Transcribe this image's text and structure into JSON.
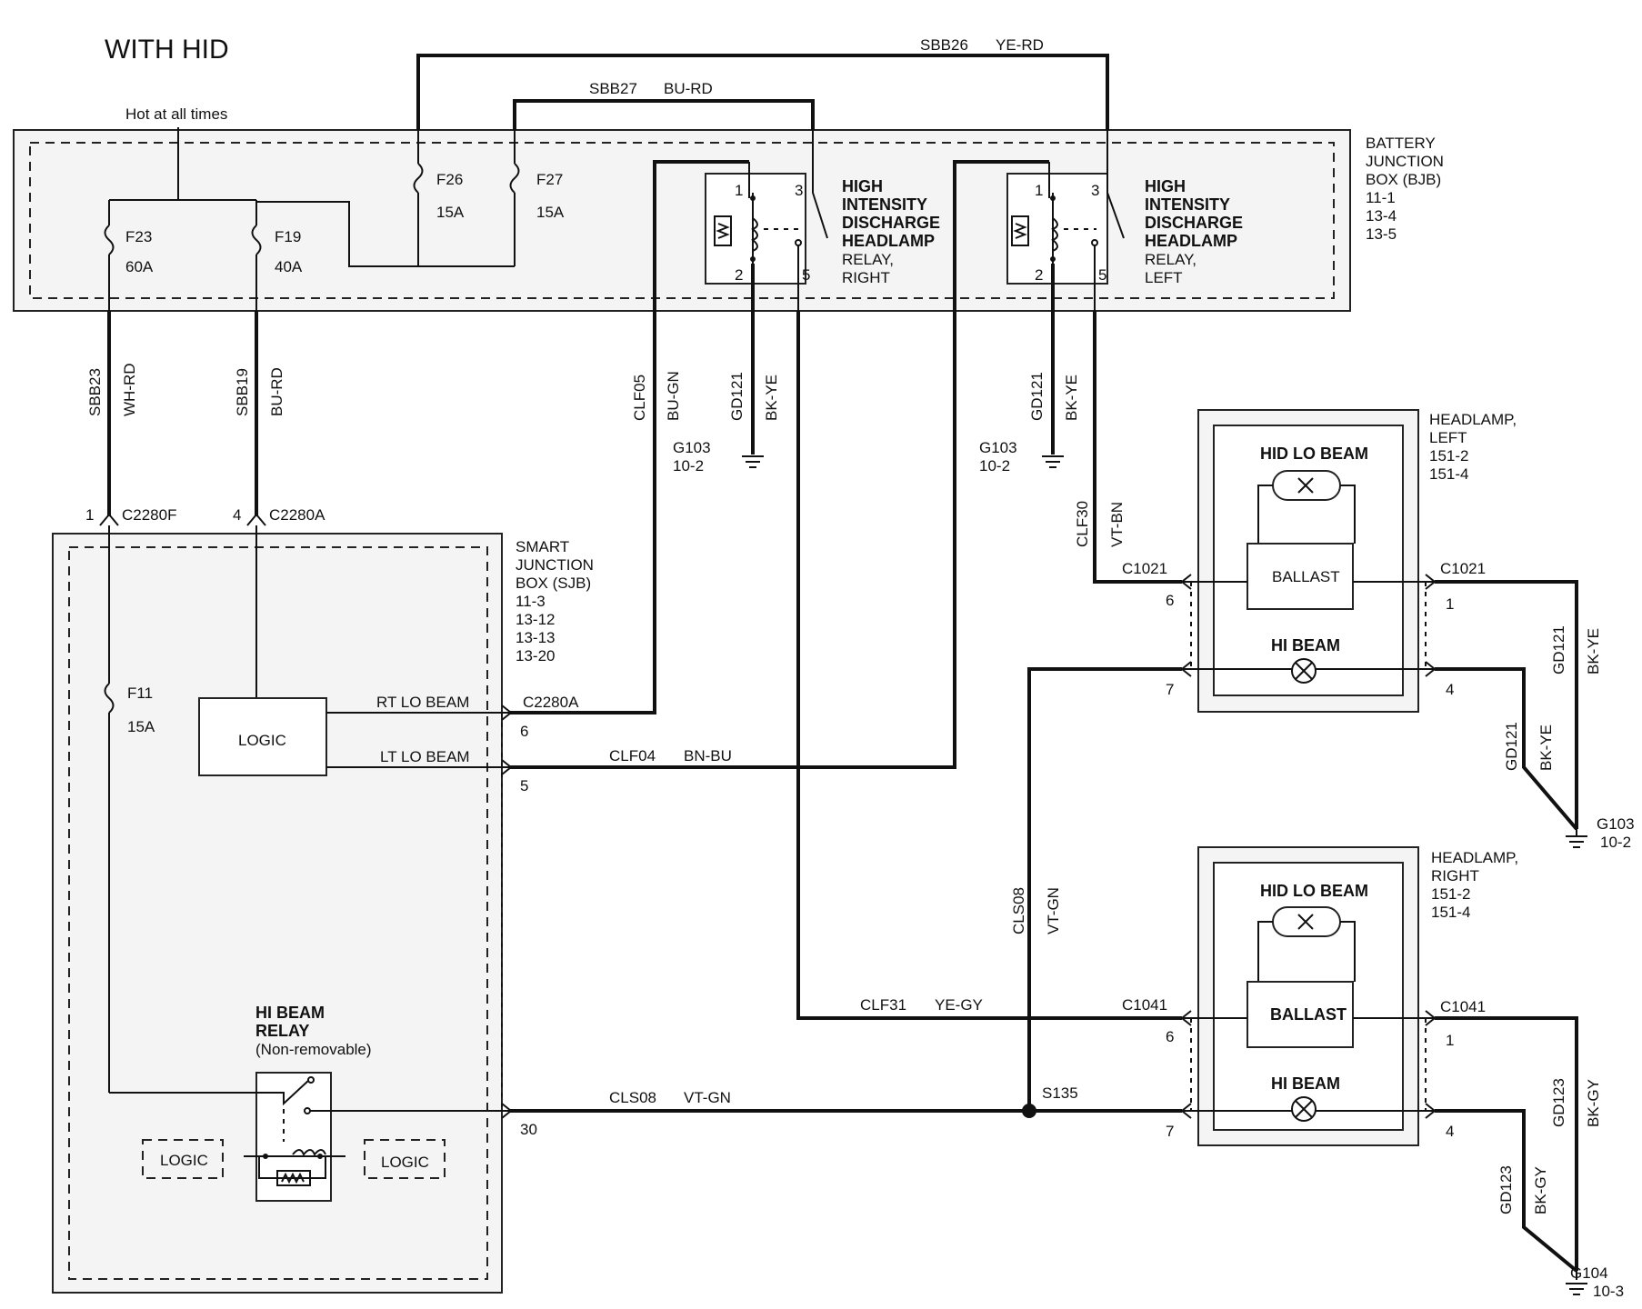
{
  "title": "WITH HID",
  "hot_label": "Hot at all times",
  "bjb": {
    "lines": [
      "BATTERY",
      "JUNCTION",
      "BOX (BJB)",
      "11-1",
      "13-4",
      "13-5"
    ],
    "fuses": [
      {
        "name": "F23",
        "rating": "60A"
      },
      {
        "name": "F19",
        "rating": "40A"
      },
      {
        "name": "F26",
        "rating": "15A"
      },
      {
        "name": "F27",
        "rating": "15A"
      }
    ],
    "relay_right": {
      "lines": [
        "HIGH",
        "INTENSITY",
        "DISCHARGE",
        "HEADLAMP",
        "RELAY,",
        "RIGHT"
      ],
      "pins": [
        "1",
        "3",
        "2",
        "5"
      ]
    },
    "relay_left": {
      "lines": [
        "HIGH",
        "INTENSITY",
        "DISCHARGE",
        "HEADLAMP",
        "RELAY,",
        "LEFT"
      ],
      "pins": [
        "1",
        "3",
        "2",
        "5"
      ]
    }
  },
  "sjb": {
    "lines": [
      "SMART",
      "JUNCTION",
      "BOX (SJB)",
      "11-3",
      "13-12",
      "13-13",
      "13-20"
    ],
    "fuse": {
      "name": "F11",
      "rating": "15A"
    },
    "logic_label": "LOGIC",
    "rt_lo_beam": "RT LO BEAM",
    "lt_lo_beam": "LT LO BEAM",
    "relay_lines": [
      "HI BEAM",
      "RELAY",
      "(Non-removable)"
    ]
  },
  "connectors": {
    "c2280f": {
      "pin": "1",
      "name": "C2280F"
    },
    "c2280a_top": {
      "pin": "4",
      "name": "C2280A"
    },
    "c2280a_right": {
      "name": "C2280A",
      "pins": [
        "6",
        "5",
        "30"
      ]
    }
  },
  "wires": {
    "sbb26": {
      "circuit": "SBB26",
      "color": "YE-RD"
    },
    "sbb27": {
      "circuit": "SBB27",
      "color": "BU-RD"
    },
    "sbb23": {
      "circuit": "SBB23",
      "color": "WH-RD"
    },
    "sbb19": {
      "circuit": "SBB19",
      "color": "BU-RD"
    },
    "clf05": {
      "circuit": "CLF05",
      "color": "BU-GN"
    },
    "gd121_r": {
      "circuit": "GD121",
      "color": "BK-YE"
    },
    "gd121_l": {
      "circuit": "GD121",
      "color": "BK-YE"
    },
    "clf30": {
      "circuit": "CLF30",
      "color": "VT-BN"
    },
    "clf04": {
      "circuit": "CLF04",
      "color": "BN-BU"
    },
    "cls08_v": {
      "circuit": "CLS08",
      "color": "VT-GN"
    },
    "clf31": {
      "circuit": "CLF31",
      "color": "YE-GY"
    },
    "cls08_h": {
      "circuit": "CLS08",
      "color": "VT-GN"
    },
    "gd121_hl_a": {
      "circuit": "GD121",
      "color": "BK-YE"
    },
    "gd121_hl_b": {
      "circuit": "GD121",
      "color": "BK-YE"
    },
    "gd123_a": {
      "circuit": "GD123",
      "color": "BK-GY"
    },
    "gd123_b": {
      "circuit": "GD123",
      "color": "BK-GY"
    }
  },
  "grounds": {
    "g103_r": {
      "name": "G103",
      "ref": "10-2"
    },
    "g103_l": {
      "name": "G103",
      "ref": "10-2"
    },
    "g103_hl": {
      "name": "G103",
      "ref": "10-2"
    },
    "g104": {
      "name": "G104",
      "ref": "10-3"
    }
  },
  "splice": "S135",
  "headlamp_left": {
    "lines": [
      "HEADLAMP,",
      "LEFT",
      "151-2",
      "151-4"
    ],
    "hid": "HID LO BEAM",
    "ballast": "BALLAST",
    "hi": "HI BEAM",
    "conn_in": "C1021",
    "conn_out": "C1021",
    "pins": {
      "in_top": "6",
      "in_bot": "7",
      "out_top": "1",
      "out_bot": "4"
    }
  },
  "headlamp_right": {
    "lines": [
      "HEADLAMP,",
      "RIGHT",
      "151-2",
      "151-4"
    ],
    "hid": "HID LO BEAM",
    "ballast": "BALLAST",
    "hi": "HI BEAM",
    "conn_in": "C1041",
    "conn_out": "C1041",
    "pins": {
      "in_top": "6",
      "in_bot": "7",
      "out_top": "1",
      "out_bot": "4"
    }
  }
}
